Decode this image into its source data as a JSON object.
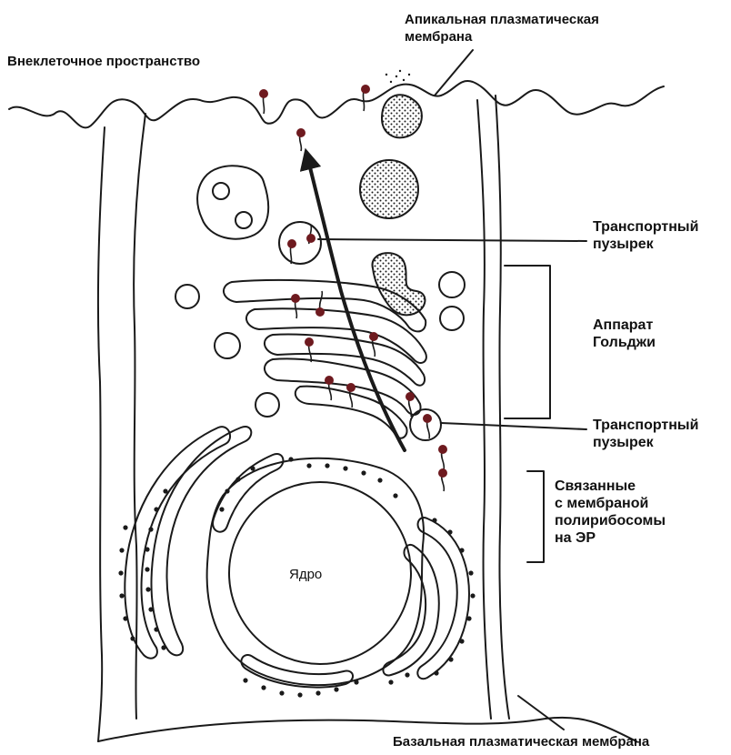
{
  "labels": {
    "extracellular": "Внеклеточное пространство",
    "apical_membrane": "Апикальная плазматическая\nмембрана",
    "transport_vesicle_top": "Транспортный\nпузырек",
    "golgi": "Аппарат\nГольджи",
    "transport_vesicle_bottom": "Транспортный\nпузырек",
    "membrane_polyribosomes": "Связанные\nс мембраной\nполирибосомы\nна ЭР",
    "nucleus": "Ядро",
    "basal_membrane": "Базальная плазматическая мембрана"
  },
  "colors": {
    "line": "#1a1a1a",
    "protein": "#6e1a1f",
    "background": "#ffffff"
  },
  "icons": {
    "arrow": "transport-arrow-icon",
    "protein": "protein-dot-icon"
  }
}
